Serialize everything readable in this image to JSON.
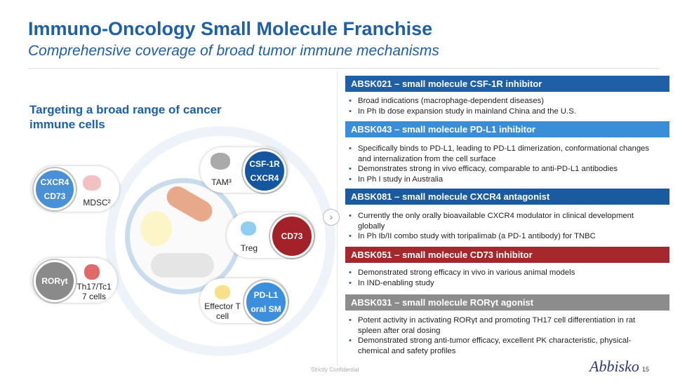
{
  "header": {
    "title": "Immuno-Oncology Small Molecule Franchise",
    "subtitle": "Comprehensive coverage of broad tumor immune mechanisms"
  },
  "left": {
    "heading": "Targeting a broad range of cancer immune cells",
    "nodes": {
      "mdsc": {
        "targets": [
          "CXCR4",
          "CD73"
        ],
        "cell": "MDSC²",
        "color": "#4a90d6"
      },
      "tam": {
        "targets": [
          "CSF-1R",
          "CXCR4"
        ],
        "cell": "TAM³",
        "color": "#14579f"
      },
      "treg": {
        "targets": [
          "CD73"
        ],
        "cell": "Treg",
        "color": "#a3222a"
      },
      "th17": {
        "targets": [
          "RORγt"
        ],
        "cell": "Th17/Tc1 7 cells",
        "color": "#8a8a8a"
      },
      "effector": {
        "targets": [
          "PD-L1",
          "oral SM"
        ],
        "cell": "Effector T cell",
        "color": "#3c8fdc"
      }
    }
  },
  "programs": [
    {
      "title": "ABSK021 – small molecule CSF-1R inhibitor",
      "color": "#1f5fa6",
      "bullets": [
        "Broad indications (macrophage-dependent diseases)",
        "In Ph Ib dose expansion study in mainland China and the U.S."
      ]
    },
    {
      "title": "ABSK043 – small molecule PD-L1 inhibitor",
      "color": "#3a8ed8",
      "bullets": [
        "Specifically binds to PD-L1, leading to PD-L1 dimerization, conformational changes and internalization from the cell surface",
        "Demonstrates strong in vivo efficacy, comparable to anti-PD-L1 antibodies",
        "In Ph I study in Australia"
      ]
    },
    {
      "title": "ABSK081 – small molecule CXCR4 antagonist",
      "color": "#1a5a9e",
      "bullets": [
        "Currently the only orally bioavailable CXCR4 modulator in clinical development globally",
        "In Ph Ib/II combo study with toripalimab (a PD-1 antibody) for TNBC"
      ]
    },
    {
      "title": "ABSK051 – small molecule CD73 inhibitor",
      "color": "#a5282d",
      "bullets": [
        "Demonstrated strong efficacy in vivo in various animal models",
        "In IND-enabling study"
      ]
    },
    {
      "title": "ABSK031 – small molecule RORγt agonist",
      "color": "#8c8c8c",
      "bullets": [
        "Potent activity in activating RORγt and promoting TH17 cell differentiation in rat spleen after oral dosing",
        "Demonstrated strong anti-tumor efficacy, excellent PK characteristic, physical-chemical and safety profiles"
      ]
    }
  ],
  "footer": {
    "confidential": "Strictly Confidential",
    "logo": "Abbisko",
    "page": "15"
  }
}
